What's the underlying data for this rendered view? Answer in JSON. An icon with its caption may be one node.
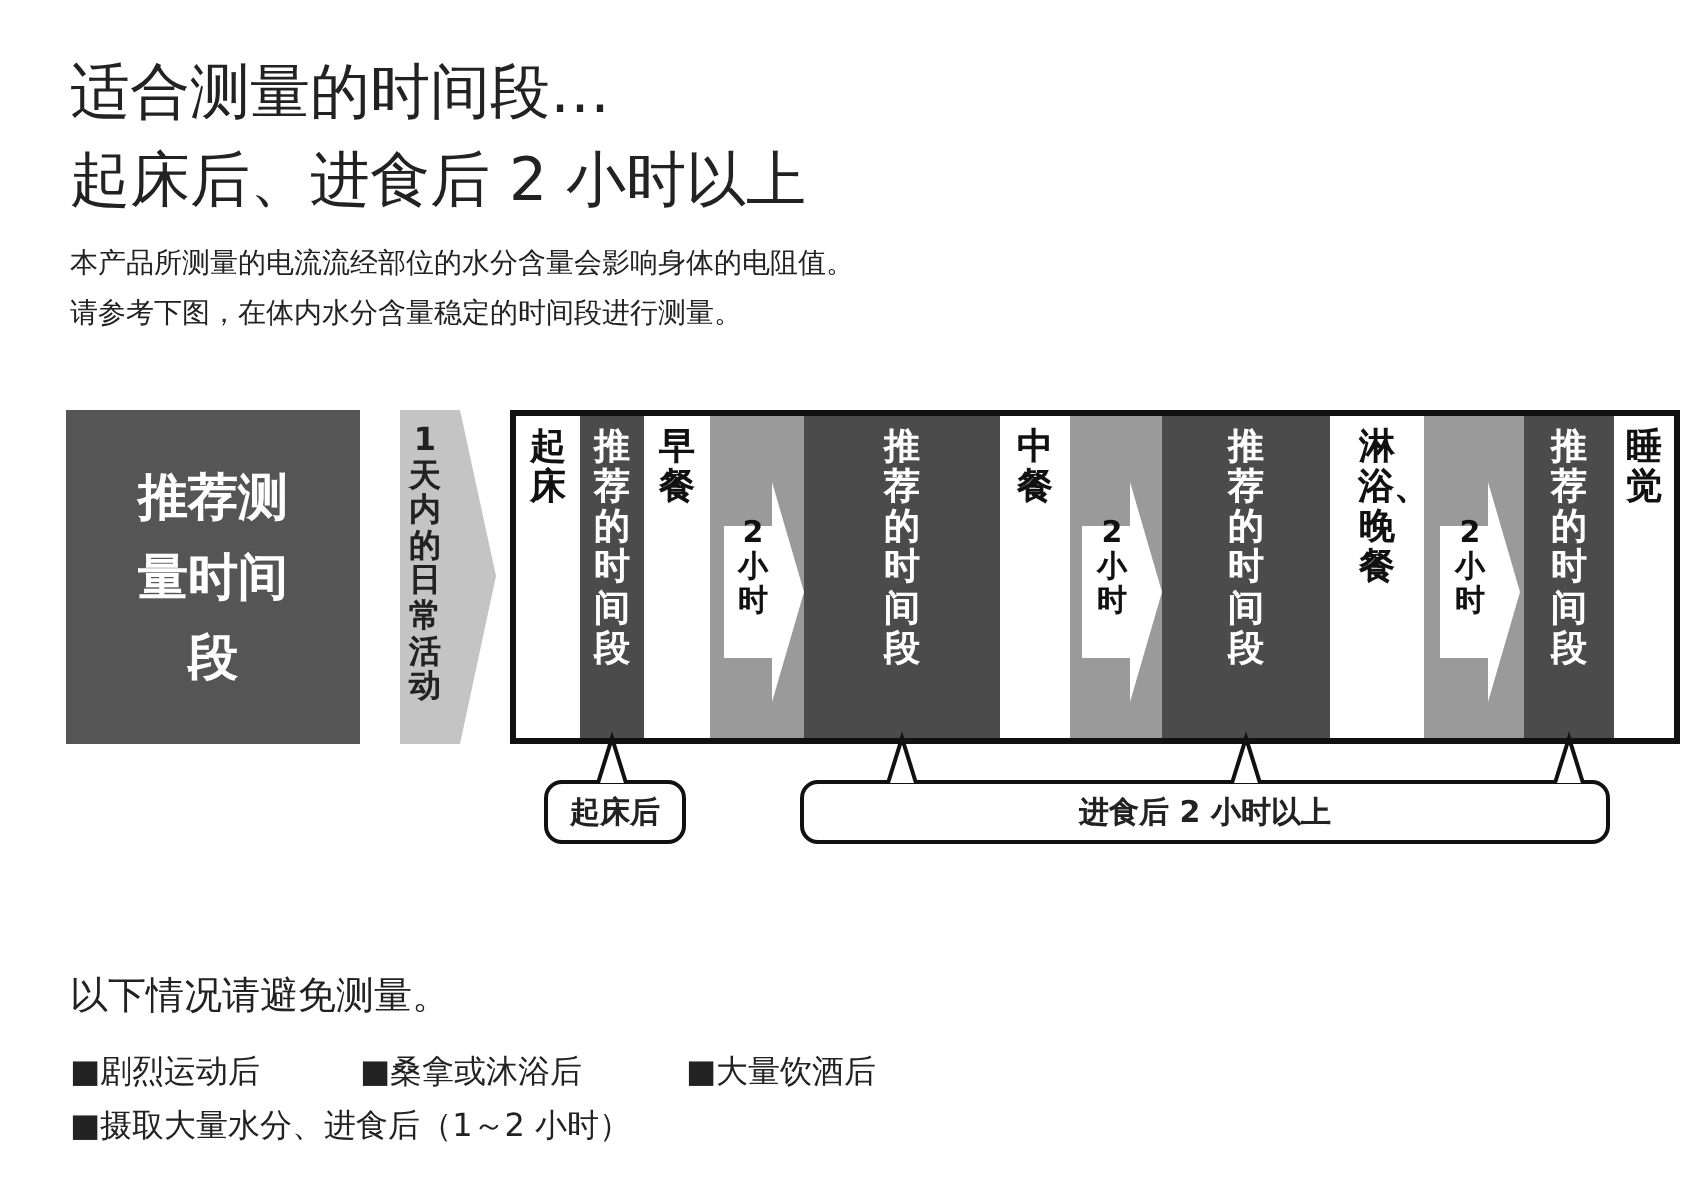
{
  "diagram": {
    "title": "适合测量的时间段…",
    "nodes": [
      {
        "text": [
          "推荐测量时间段"
        ]
      },
      {
        "text": [
          "1天内的日常活动"
        ]
      },
      {
        "text": [],
        "shape": "box"
      },
      {
        "text": [
          "起床"
        ],
        "in": 2
      },
      {
        "text": [
          "推荐的时间段"
        ],
        "in": 2
      },
      {
        "text": [
          "早餐"
        ],
        "in": 2
      },
      {
        "text": [
          "2小时"
        ],
        "in": 2
      },
      {
        "text": [
          "推荐的时间段"
        ],
        "in": 2
      },
      {
        "text": [
          "中餐"
        ],
        "in": 2
      },
      {
        "text": [
          "2小时"
        ],
        "in": 2
      },
      {
        "text": [
          "推荐的时间段"
        ],
        "in": 2
      },
      {
        "text": [
          "淋浴、晚餐"
        ],
        "in": 2
      },
      {
        "text": [
          "2小时"
        ],
        "in": 2
      },
      {
        "text": [
          "推荐的时间段"
        ],
        "in": 2
      },
      {
        "text": [
          "睡觉"
        ],
        "in": 2
      },
      {
        "text": [
          "起床后"
        ]
      },
      {
        "text": [
          "进食后 2 小时以上"
        ]
      }
    ],
    "edges": [
      {
        "from": 15,
        "to": 4,
        "arrow": "to"
      },
      {
        "from": 16,
        "to": 7,
        "arrow": "to"
      },
      {
        "from": 16,
        "to": 10,
        "arrow": "to"
      },
      {
        "from": 16,
        "to": 13,
        "arrow": "to"
      }
    ],
    "labels": [
      "起床后、进食后 2 小时以上",
      "本产品所测量的电流流经部位的水分含量会影响身体的电阻值。",
      "请参考下图，在体内水分含量稳定的时间段进行测量。",
      "以下情况请避免测量。",
      "■剧烈运动后",
      "■桑拿或沐浴后",
      "■大量饮酒后",
      "■摄取大量水分、进食后（1～2 小时）"
    ]
  }
}
